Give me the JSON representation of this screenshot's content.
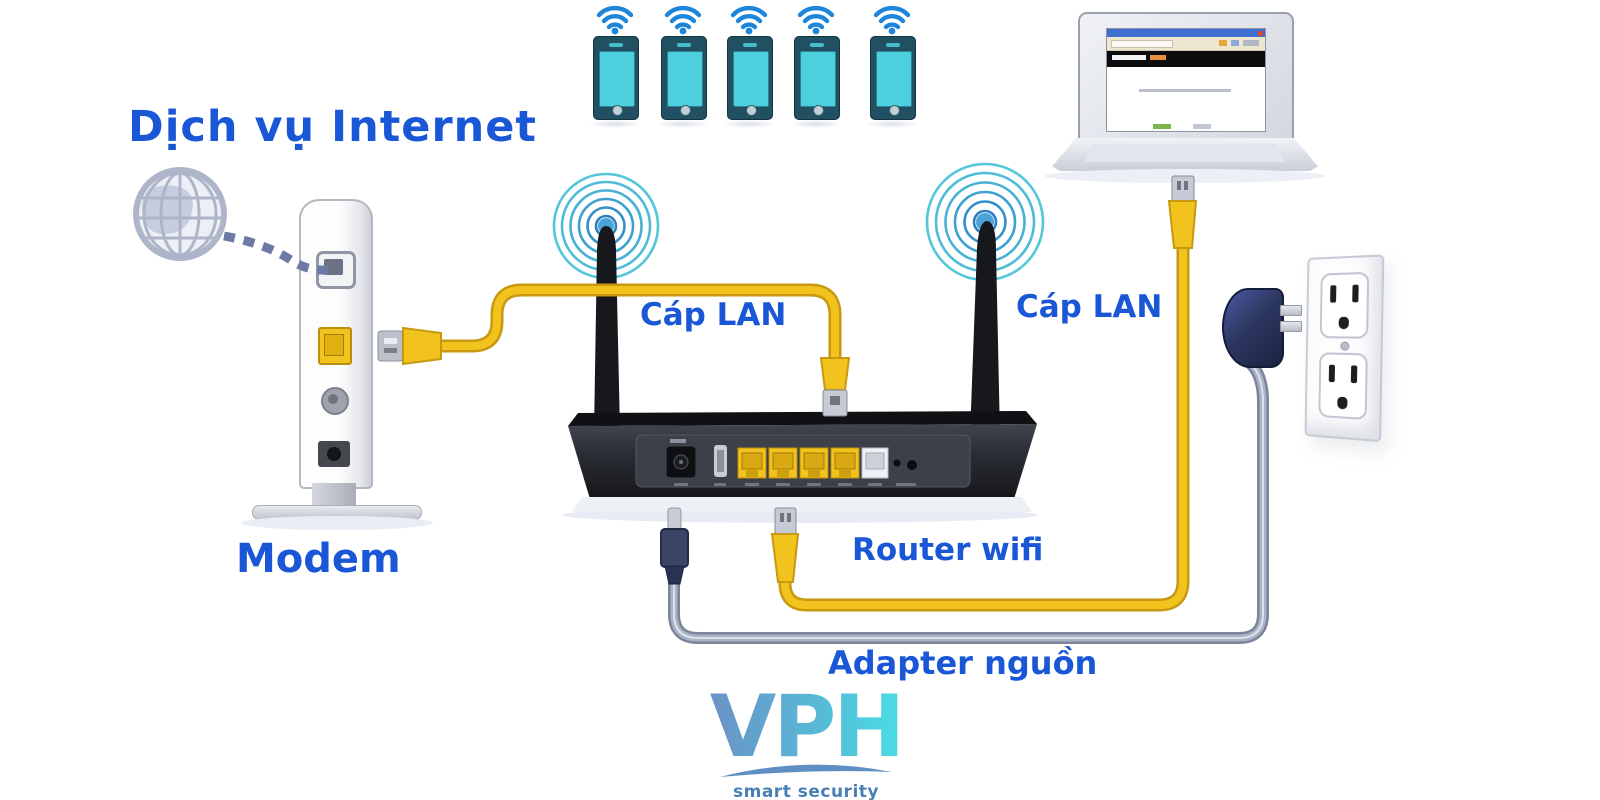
{
  "title": "Dịch vụ Internet",
  "labels": {
    "modem": "Modem",
    "lan_cable_left": "Cáp LAN",
    "lan_cable_right": "Cáp LAN",
    "router": "Router wifi",
    "power_adapter": "Adapter nguồn"
  },
  "logo": {
    "text": "VPH",
    "tagline": "smart security"
  },
  "devices": {
    "phones_count": 5
  },
  "colors": {
    "label_blue": "#1a57d6",
    "cable_yellow": "#f2c31e",
    "cable_yellow_dark": "#c6990f",
    "cable_gray": "#aab2c6",
    "cable_gray_dark": "#7d8499",
    "wifi_arc": "#1d86da",
    "phone_body": "#215062",
    "phone_screen": "#4cd0de",
    "router_black": "#202127",
    "browser_blue": "#3e6fd0",
    "logo_start": "#6b92c6",
    "logo_end": "#47e3e8"
  }
}
